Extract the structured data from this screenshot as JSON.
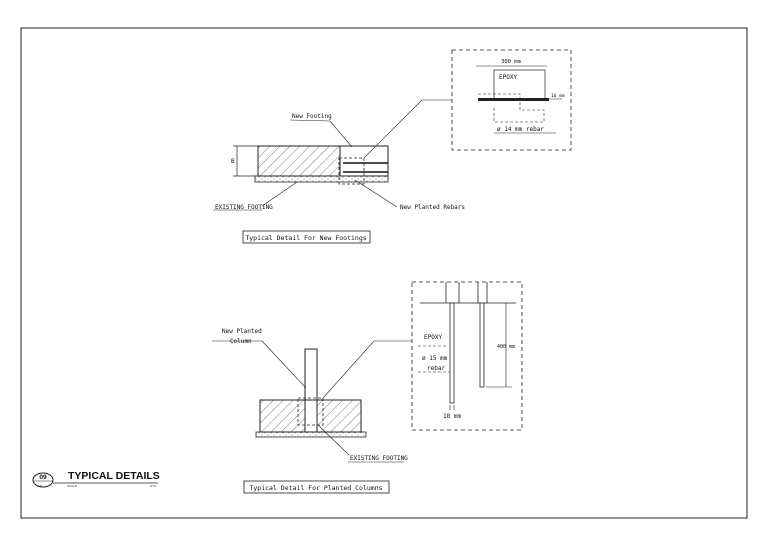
{
  "sheet": {
    "title_block": {
      "number": "09",
      "title": "TYPICAL DETAILS",
      "sub_left": "N/P",
      "sub_scale_label": "SCALE",
      "sub_scale_value": "NTS"
    }
  },
  "detail_footings": {
    "caption": "Typical Detail For New Footings",
    "labels": {
      "new_footing": "New Footing",
      "existing_footing": "EXISTING FOOTING",
      "new_planted_rebars": "New Planted Rebars",
      "height_dim": "B"
    },
    "zoom": {
      "width_dim": "300 mm",
      "epoxy": "EPOXY",
      "bar_dim": "16 mm",
      "rebar": "ø 14 mm rebar"
    }
  },
  "detail_columns": {
    "caption": "Typical Detail For Planted Columns",
    "labels": {
      "new_planted_column_line1": "New Planted",
      "new_planted_column_line2": "Column",
      "existing_footing": "EXISTING FOOTING"
    },
    "zoom": {
      "epoxy": "EPOXY",
      "rebar_line1": "ø 15 mm",
      "rebar_line2": "rebar",
      "depth_dim": "400 mm",
      "bar_dim": "18 mm"
    }
  }
}
